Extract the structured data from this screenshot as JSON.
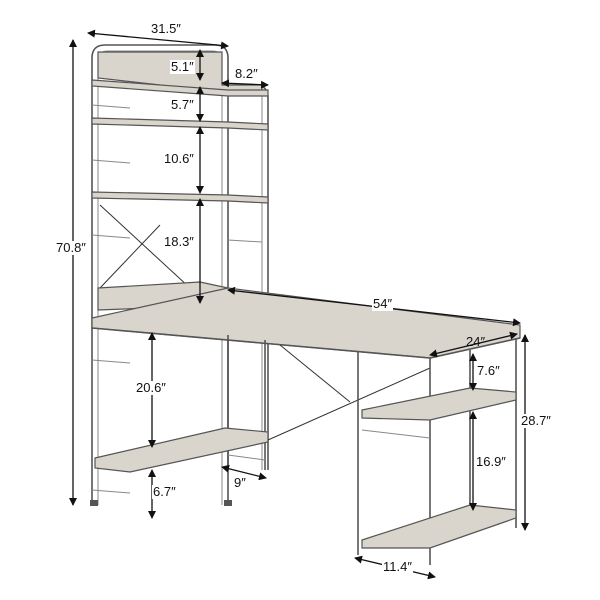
{
  "diagram": {
    "subject": "L-shaped computer desk with storage shelves",
    "type": "product-dimension-drawing",
    "unit": "inches",
    "dimensions": {
      "shelf_width": "31.5″",
      "top_board_height": "5.1″",
      "top_shelf_depth": "8.2″",
      "shelf_gap_1": "5.7″",
      "shelf_gap_2": "10.6″",
      "shelf_gap_3": "18.3″",
      "total_height": "70.8″",
      "desk_length": "54″",
      "desk_depth": "24″",
      "desk_height": "28.7″",
      "side_shelf_gap_top": "7.6″",
      "side_shelf_gap_bottom": "16.9″",
      "side_shelf_width": "11.4″",
      "under_desk_clearance": "20.6″",
      "bottom_shelf_clearance": "6.7″",
      "bottom_shelf_depth": "9″"
    }
  }
}
